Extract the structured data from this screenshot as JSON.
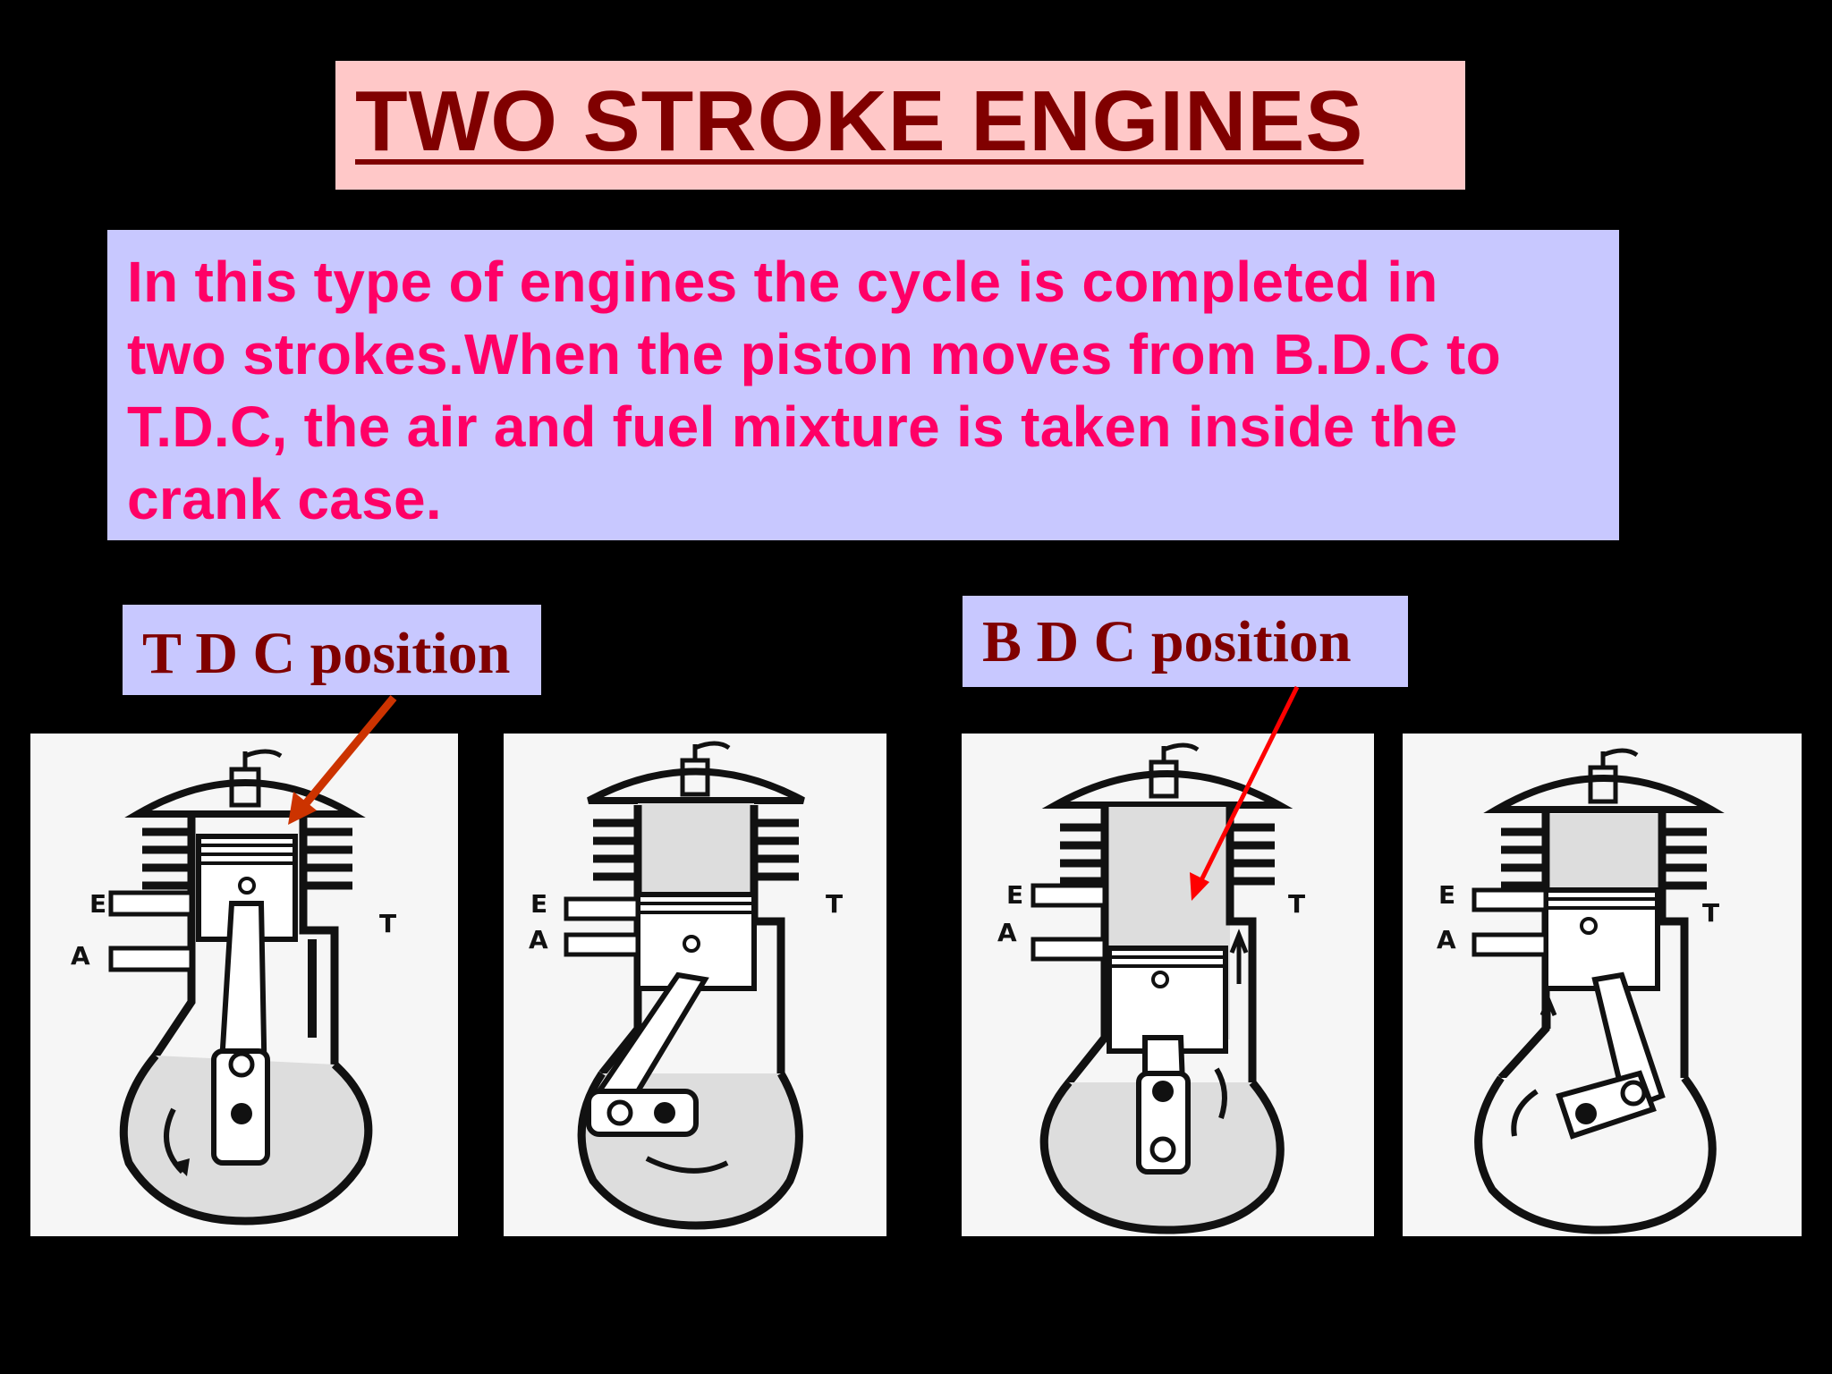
{
  "slide": {
    "title": "TWO STROKE ENGINES",
    "description_lines": [
      "In this type of engines the cycle is completed in",
      "two strokes.When the piston moves from B.D.C to",
      "T.D.C, the air and fuel mixture is taken inside the",
      "crank case."
    ]
  },
  "labels": {
    "tdc": "T D C position",
    "bdc": "B D C position"
  },
  "diagrams": {
    "exhaust_port": "E",
    "air_port": "A",
    "transfer_port": "T"
  },
  "colors": {
    "title_bg": "#FFC8C8",
    "title_text": "#800000",
    "desc_bg": "#C8C8FF",
    "desc_text": "#FF0066",
    "arrow_tdc": "#CC3300",
    "arrow_bdc": "#FF0000"
  }
}
